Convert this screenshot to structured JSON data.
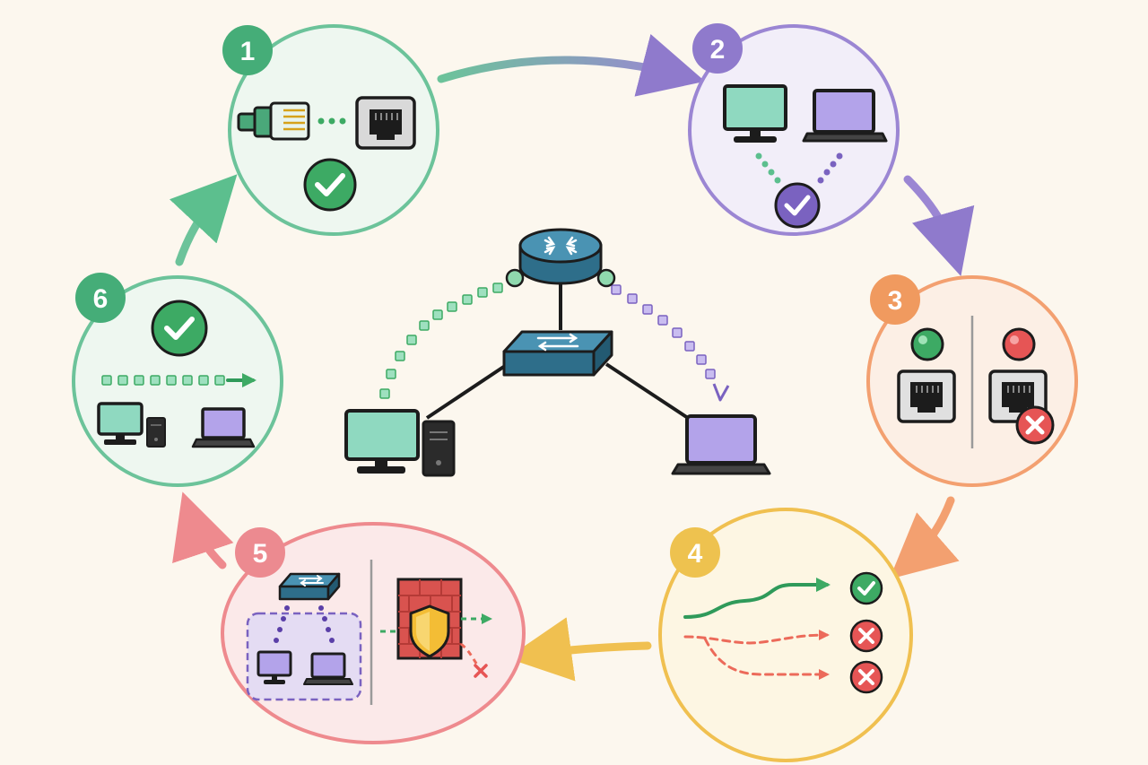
{
  "steps": [
    {
      "number": "1",
      "icon": "ethernet-plug-to-port-icon",
      "status": "success",
      "color": "#5cbf8e"
    },
    {
      "number": "2",
      "icon": "devices-connected-icon",
      "status": "success",
      "color": "#8f7acc"
    },
    {
      "number": "3",
      "icon": "port-status-lights-icon",
      "status": "mixed",
      "color": "#f09a5f"
    },
    {
      "number": "4",
      "icon": "route-paths-icon",
      "status": "mixed",
      "color": "#eec24f"
    },
    {
      "number": "5",
      "icon": "vlan-firewall-icon",
      "status": "blocked",
      "color": "#ec8a90"
    },
    {
      "number": "6",
      "icon": "data-transfer-success-icon",
      "status": "success",
      "color": "#45ad78"
    }
  ],
  "center": {
    "router": "router-icon",
    "switch": "switch-icon",
    "desktop": "desktop-computer-icon",
    "laptop": "laptop-icon"
  },
  "colors": {
    "background": "#fcf7ee",
    "network_blue": "#3d89a8",
    "success_green": "#3daa64",
    "error_red": "#e65555",
    "packet_green": "#5cbf8e",
    "packet_purple": "#8f7acc"
  }
}
